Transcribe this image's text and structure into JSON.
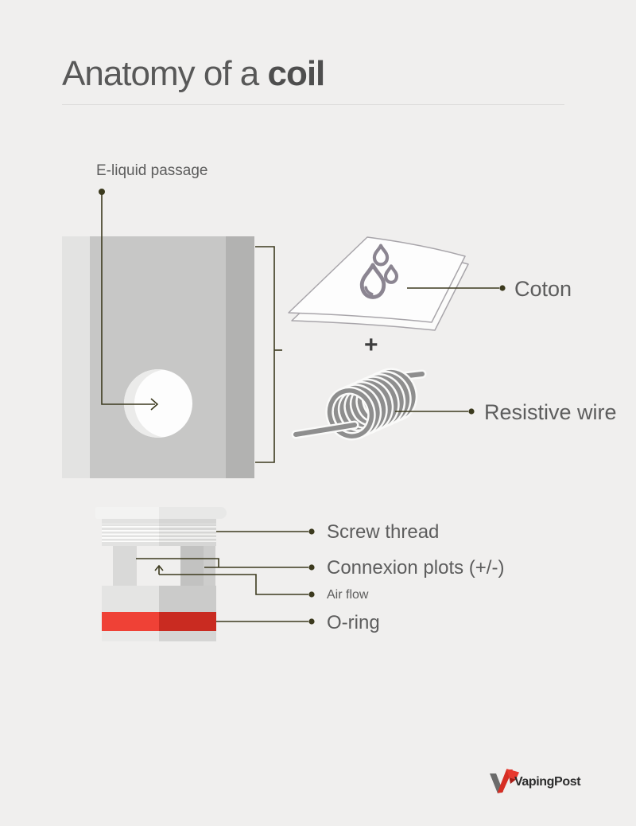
{
  "title": {
    "regular": "Anatomy of a ",
    "bold": "coil"
  },
  "callouts": {
    "eliquid": {
      "label": "E-liquid passage"
    },
    "coton": {
      "label": "Coton"
    },
    "resistive": {
      "label": "Resistive wire"
    },
    "screw": {
      "label": "Screw thread"
    },
    "connexion": {
      "label": "Connexion plots (+/-)"
    },
    "airflow": {
      "label": "Air flow"
    },
    "oring": {
      "label": "O-ring"
    }
  },
  "plus_sign": "+",
  "footer": {
    "brand": "VapingPost"
  },
  "icons": [
    "droplets-icon",
    "cotton-sheet",
    "coil-spring-icon",
    "up-arrow-icon",
    "right-arrow-icon",
    "vapingpost-logo-icon"
  ],
  "colors": {
    "background": "#f0efee",
    "pointer_line": "#3c3a1e",
    "body_gray_light": "#e3e3e2",
    "body_gray_mid": "#c7c7c6",
    "body_gray_dark": "#b2b2b1",
    "oring_red_light": "#ef4136",
    "oring_red_dark": "#c92b21",
    "text_gray": "#5d5d5d",
    "brand_red": "#d62e24",
    "brand_gray": "#6b6b6b"
  }
}
